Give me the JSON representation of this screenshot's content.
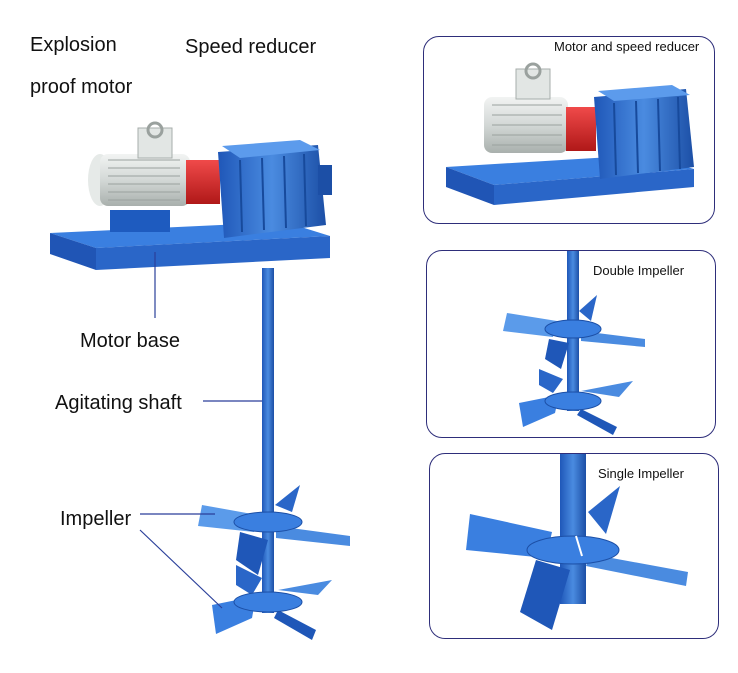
{
  "labels": {
    "explosion": "Explosion",
    "proof_motor": "proof motor",
    "speed_reducer": "Speed reducer",
    "motor_base": "Motor base",
    "agitating_shaft": "Agitating shaft",
    "impeller": "Impeller"
  },
  "panels": {
    "motor_reducer": "Motor and speed reducer",
    "double_impeller": "Double Impeller",
    "single_impeller": "Single Impeller"
  },
  "colors": {
    "blue": "#2f6fd0",
    "dark_blue": "#1c4fa6",
    "light_blue": "#5b9bea",
    "red": "#d42a2a",
    "motor_grey": "#d9dedc",
    "panel_border": "#2e2e7a"
  }
}
